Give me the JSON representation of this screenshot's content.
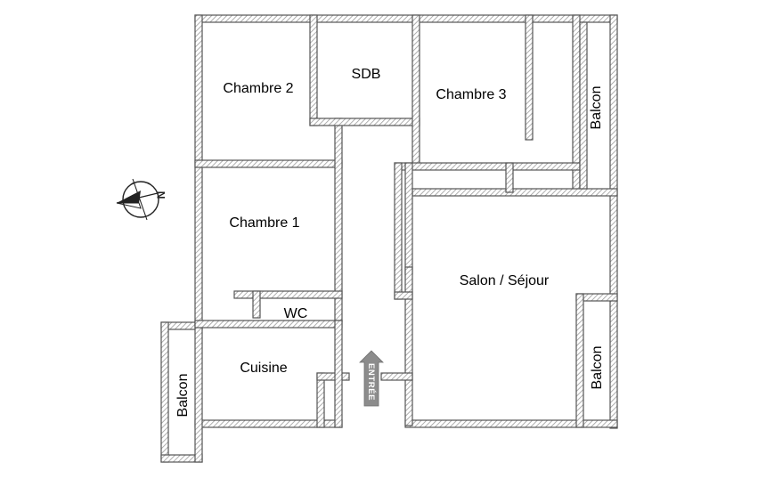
{
  "rooms": {
    "chambre_2": "Chambre 2",
    "sdb": "SDB",
    "chambre_3": "Chambre 3",
    "balcon_top_right": "Balcon",
    "chambre_1": "Chambre 1",
    "salon": "Salon / Séjour",
    "wc": "WC",
    "cuisine": "Cuisine",
    "balcon_left": "Balcon",
    "balcon_bottom_right": "Balcon"
  },
  "entry": {
    "label": "ENTRÉE",
    "arrow_color": "#8c8c8c"
  },
  "compass": {
    "icon": "north-arrow-icon",
    "direction_letter": "N"
  },
  "colors": {
    "wall_outline": "#555555",
    "wall_hatch": "#9a9a9a"
  }
}
